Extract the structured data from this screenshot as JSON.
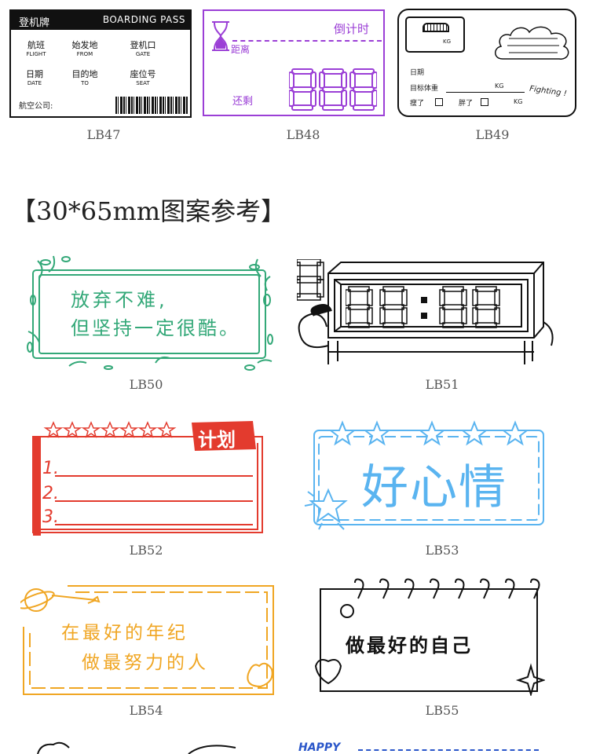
{
  "row1": {
    "lb47": {
      "code": "LB47",
      "header_left": "登机牌",
      "header_right": "BOARDING PASS",
      "fields": [
        {
          "zh": "航班",
          "en": "FLIGHT"
        },
        {
          "zh": "始发地",
          "en": "FROM"
        },
        {
          "zh": "登机口",
          "en": "GATE"
        },
        {
          "zh": "日期",
          "en": "DATE"
        },
        {
          "zh": "目的地",
          "en": "TO"
        },
        {
          "zh": "座位号",
          "en": "SEAT"
        }
      ],
      "airline": "航空公司:"
    },
    "lb48": {
      "code": "LB48",
      "title": "倒计时",
      "distance": "距离",
      "remaining": "还剩"
    },
    "lb49": {
      "code": "LB49",
      "scale_unit": "KG",
      "date": "日期",
      "weight_label": "目标体重",
      "weight_unit": "KG",
      "thin": "瘦了",
      "fat": "胖了",
      "unit2": "KG",
      "fighting": "Fighting !"
    }
  },
  "section_title": "【30*65mm图案参考】",
  "lb50": {
    "code": "LB50",
    "line1": "放弃不难,",
    "line2": "但坚持一定很酷。",
    "color": "#33a878"
  },
  "lb51": {
    "code": "LB51",
    "colon": ":"
  },
  "lb52": {
    "code": "LB52",
    "tag": "计划",
    "n1": "1.",
    "n2": "2.",
    "n3": "3.",
    "color": "#e33b2e"
  },
  "lb53": {
    "code": "LB53",
    "text": "好心情",
    "color": "#5ab4f0"
  },
  "lb54": {
    "code": "LB54",
    "line1": "在最好的年纪",
    "line2": "做最努力的人",
    "color": "#f0a623"
  },
  "lb55": {
    "code": "LB55",
    "text": "做最好的自己"
  },
  "bottom": {
    "happy": "HAPPY"
  }
}
